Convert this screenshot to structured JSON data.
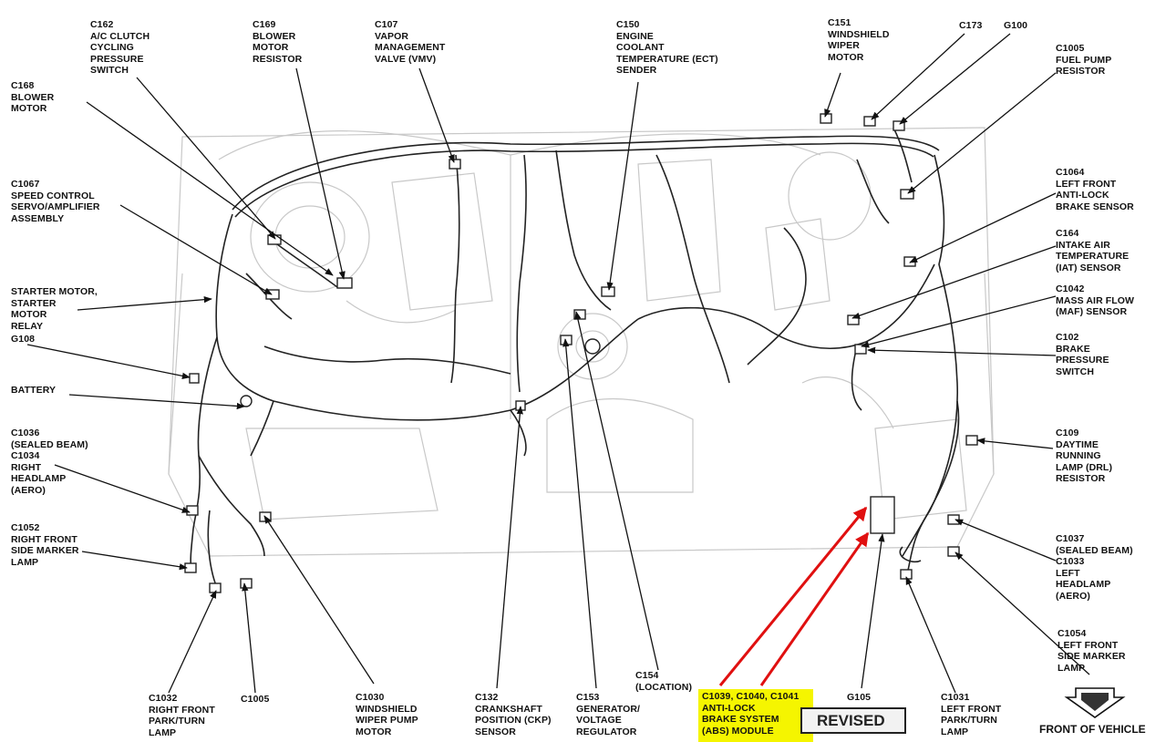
{
  "labels": {
    "c162": [
      "C162",
      "A/C CLUTCH",
      "CYCLING",
      "PRESSURE",
      "SWITCH"
    ],
    "c169": [
      "C169",
      "BLOWER",
      "MOTOR",
      "RESISTOR"
    ],
    "c107": [
      "C107",
      "VAPOR",
      "MANAGEMENT",
      "VALVE (VMV)"
    ],
    "c150": [
      "C150",
      "ENGINE",
      "COOLANT",
      "TEMPERATURE (ECT)",
      "SENDER"
    ],
    "c151": [
      "C151",
      "WINDSHIELD",
      "WIPER",
      "MOTOR"
    ],
    "c173": [
      "C173"
    ],
    "g100": [
      "G100"
    ],
    "c1005_top": [
      "C1005",
      "FUEL PUMP",
      "RESISTOR"
    ],
    "c168": [
      "C168",
      "BLOWER",
      "MOTOR"
    ],
    "c1067": [
      "C1067",
      "SPEED CONTROL",
      "SERVO/AMPLIFIER",
      "ASSEMBLY"
    ],
    "c1064": [
      "C1064",
      "LEFT FRONT",
      "ANTI-LOCK",
      "BRAKE SENSOR"
    ],
    "c164": [
      "C164",
      "INTAKE AIR",
      "TEMPERATURE",
      "(IAT) SENSOR"
    ],
    "starter": [
      "STARTER MOTOR,",
      "STARTER",
      "MOTOR",
      "RELAY"
    ],
    "c1042": [
      "C1042",
      "MASS AIR FLOW",
      "(MAF) SENSOR"
    ],
    "g108": [
      "G108"
    ],
    "c102": [
      "C102",
      "BRAKE",
      "PRESSURE",
      "SWITCH"
    ],
    "battery": [
      "BATTERY"
    ],
    "c1036": [
      "C1036",
      "(SEALED BEAM)",
      "C1034",
      "RIGHT",
      "HEADLAMP",
      "(AERO)"
    ],
    "c109": [
      "C109",
      "DAYTIME",
      "RUNNING",
      "LAMP (DRL)",
      "RESISTOR"
    ],
    "c1052": [
      "C1052",
      "RIGHT FRONT",
      "SIDE MARKER",
      "LAMP"
    ],
    "c1037": [
      "C1037",
      "(SEALED BEAM)",
      "C1033",
      "LEFT",
      "HEADLAMP",
      "(AERO)"
    ],
    "c1054": [
      "C1054",
      "LEFT FRONT",
      "SIDE MARKER",
      "LAMP"
    ],
    "c154": [
      "C154",
      "(LOCATION)"
    ],
    "c1032": [
      "C1032",
      "RIGHT FRONT",
      "PARK/TURN",
      "LAMP"
    ],
    "c1005_bottom": [
      "C1005"
    ],
    "c1030": [
      "C1030",
      "WINDSHIELD",
      "WIPER PUMP",
      "MOTOR"
    ],
    "c132": [
      "C132",
      "CRANKSHAFT",
      "POSITION (CKP)",
      "SENSOR"
    ],
    "c153": [
      "C153",
      "GENERATOR/",
      "VOLTAGE",
      "REGULATOR"
    ],
    "abs": [
      "C1039, C1040, C1041",
      "ANTI-LOCK",
      "BRAKE SYSTEM",
      "(ABS) MODULE"
    ],
    "g105": [
      "G105"
    ],
    "c1031": [
      "C1031",
      "LEFT FRONT",
      "PARK/TURN",
      "LAMP"
    ]
  },
  "badges": {
    "revised": "REVISED",
    "front_of_vehicle": "FRONT OF VEHICLE"
  },
  "colors": {
    "highlight": "#f5f500",
    "annotation_arrow": "#e01010",
    "line": "#111111",
    "engine_sketch": "#c8c8c8"
  }
}
